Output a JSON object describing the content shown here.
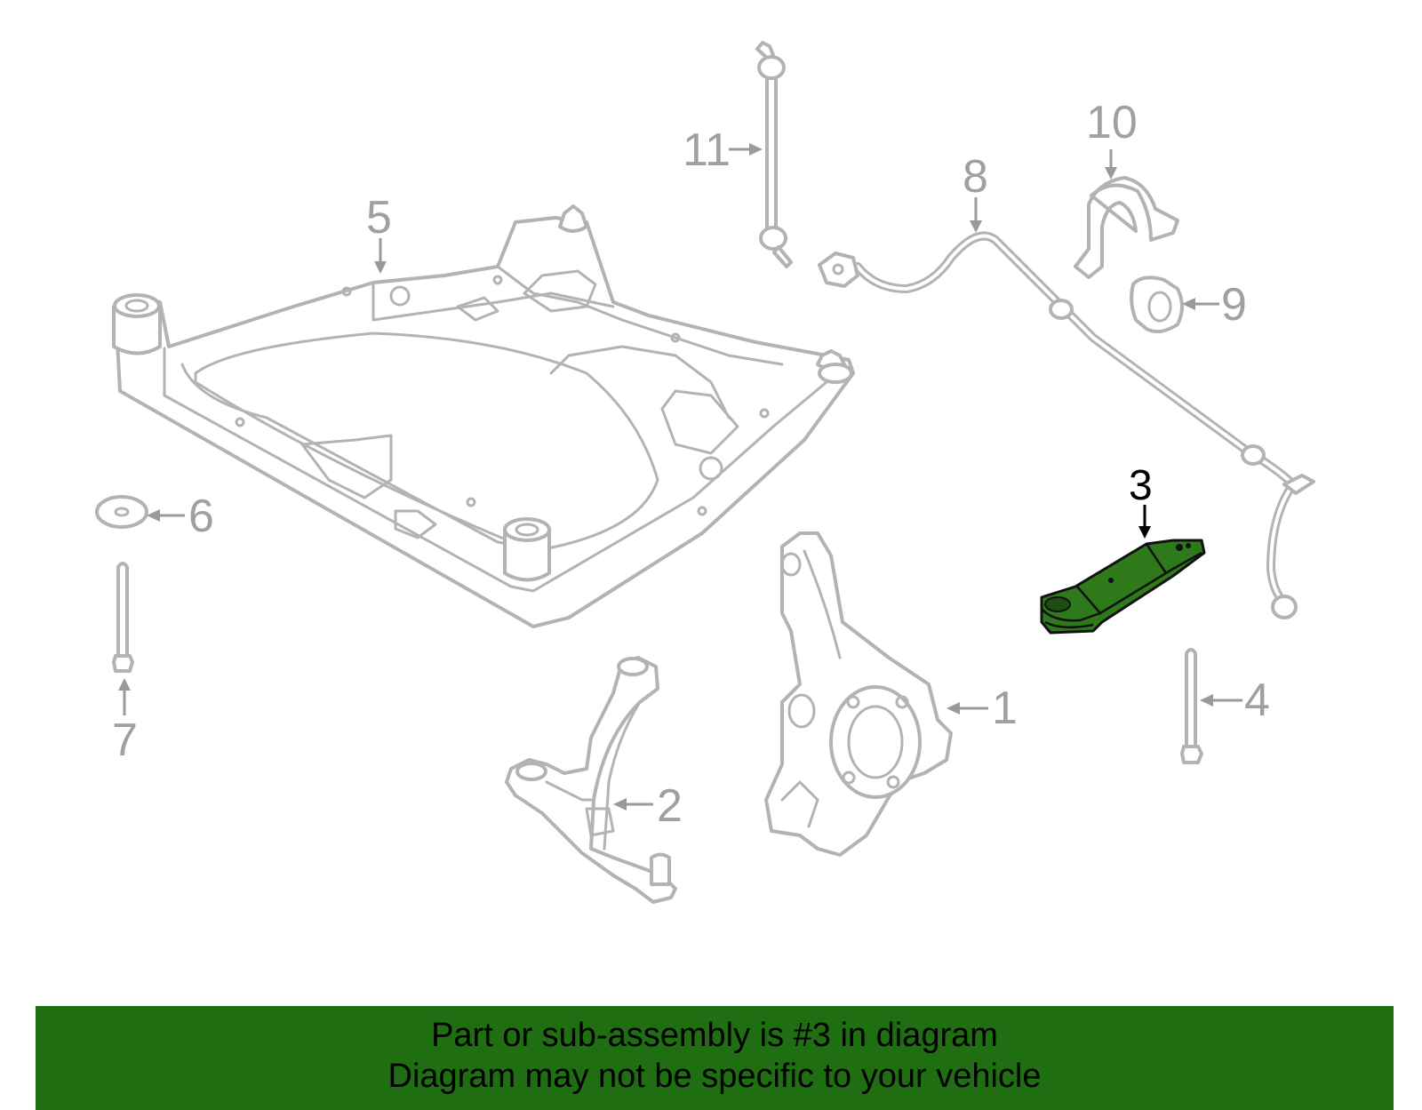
{
  "diagram": {
    "callouts": {
      "c1": "1",
      "c2": "2",
      "c3": "3",
      "c4": "4",
      "c5": "5",
      "c6": "6",
      "c7": "7",
      "c8": "8",
      "c9": "9",
      "c10": "10",
      "c11": "11"
    },
    "highlighted_part": "3",
    "highlight_color": "#2e7a1a",
    "part_line_color": "#b3b3b3"
  },
  "banner": {
    "line1": "Part or sub-assembly is #3 in diagram",
    "line2": "Diagram may not be specific to your vehicle",
    "background": "#1f6e12"
  }
}
